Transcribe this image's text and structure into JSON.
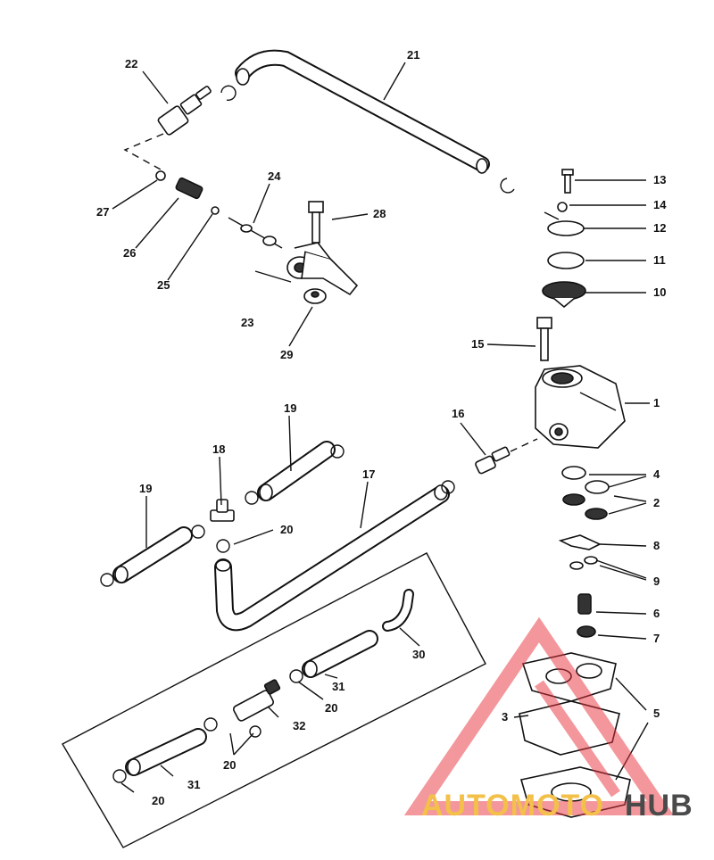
{
  "diagram": {
    "callouts": [
      {
        "id": "c1",
        "text": "1"
      },
      {
        "id": "c2",
        "text": "2"
      },
      {
        "id": "c3",
        "text": "3"
      },
      {
        "id": "c4",
        "text": "4"
      },
      {
        "id": "c5",
        "text": "5"
      },
      {
        "id": "c6",
        "text": "6"
      },
      {
        "id": "c7",
        "text": "7"
      },
      {
        "id": "c8",
        "text": "8"
      },
      {
        "id": "c9",
        "text": "9"
      },
      {
        "id": "c10",
        "text": "10"
      },
      {
        "id": "c11",
        "text": "11"
      },
      {
        "id": "c12",
        "text": "12"
      },
      {
        "id": "c13",
        "text": "13"
      },
      {
        "id": "c14",
        "text": "14"
      },
      {
        "id": "c15",
        "text": "15"
      },
      {
        "id": "c16",
        "text": "16"
      },
      {
        "id": "c17",
        "text": "17"
      },
      {
        "id": "c18",
        "text": "18"
      },
      {
        "id": "c19a",
        "text": "19"
      },
      {
        "id": "c19b",
        "text": "19"
      },
      {
        "id": "c20a",
        "text": "20"
      },
      {
        "id": "c20b",
        "text": "20"
      },
      {
        "id": "c20c",
        "text": "20"
      },
      {
        "id": "c20d",
        "text": "20"
      },
      {
        "id": "c21",
        "text": "21"
      },
      {
        "id": "c22",
        "text": "22"
      },
      {
        "id": "c23",
        "text": "23"
      },
      {
        "id": "c24",
        "text": "24"
      },
      {
        "id": "c25",
        "text": "25"
      },
      {
        "id": "c26",
        "text": "26"
      },
      {
        "id": "c27",
        "text": "27"
      },
      {
        "id": "c28",
        "text": "28"
      },
      {
        "id": "c29",
        "text": "29"
      },
      {
        "id": "c30",
        "text": "30"
      },
      {
        "id": "c31a",
        "text": "31"
      },
      {
        "id": "c31b",
        "text": "31"
      },
      {
        "id": "c32",
        "text": "32"
      }
    ]
  },
  "watermark": {
    "part1": "AUTOMOTO",
    "part2": "HUB",
    "colors": {
      "triangle": "#e8323c",
      "part1": "#f3c04a",
      "part2": "#4a4a4a"
    }
  }
}
